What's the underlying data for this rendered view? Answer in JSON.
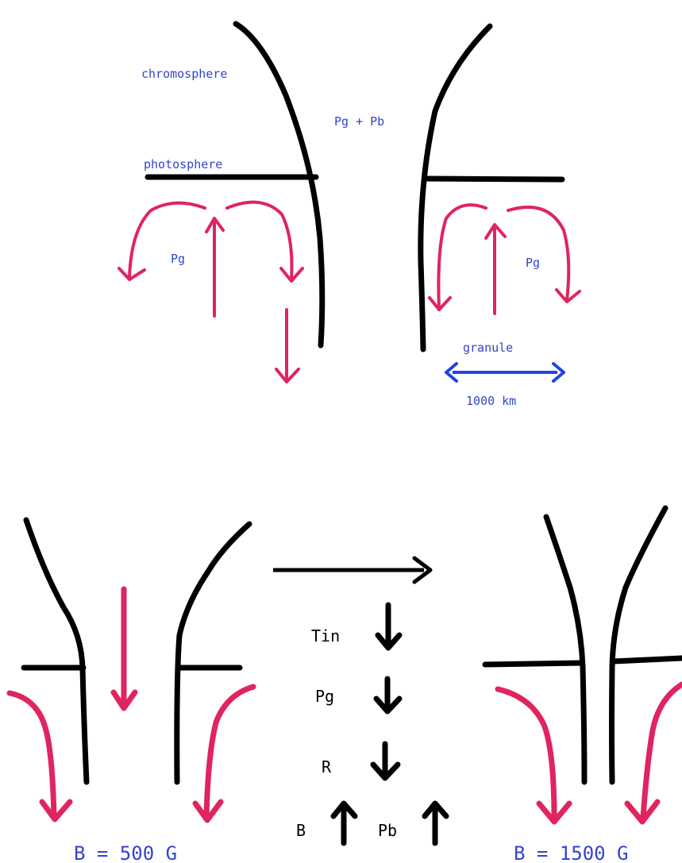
{
  "top_panel": {
    "labels": {
      "chromosphere": "chromosphere",
      "photosphere": "photosphere",
      "pg_pb": "Pg + Pb",
      "pg_left": "Pg",
      "pg_right": "Pg",
      "granule": "granule",
      "scale": "1000 km"
    }
  },
  "bottom_panel": {
    "left_field": "B = 500 G",
    "right_field": "B = 1500 G",
    "quantities": {
      "tin": "Tin",
      "pg": "Pg",
      "r": "R",
      "b": "B",
      "pb": "Pb"
    }
  },
  "colors": {
    "structure": "#000000",
    "flow": "#e0245e",
    "label_blue": "#3344cc",
    "scale_arrow": "#2244dd"
  }
}
